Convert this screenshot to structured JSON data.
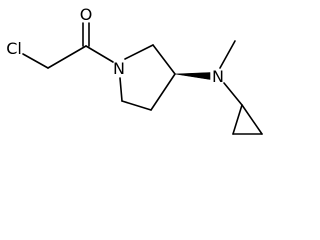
{
  "molecule": {
    "atoms": {
      "oxygen": "O",
      "chlorine": "Cl",
      "ring_nitrogen": "N",
      "amine_nitrogen": "N"
    },
    "colors": {
      "bond": "#000000",
      "label": "#000000",
      "background": "#ffffff"
    }
  }
}
